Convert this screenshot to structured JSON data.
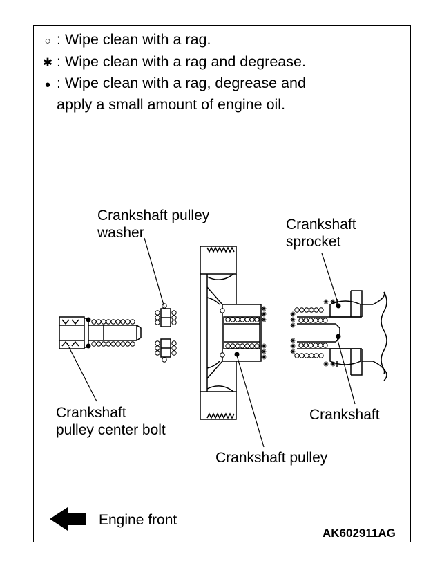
{
  "legend": [
    {
      "symbol": "○",
      "symbol_name": "open-circle-icon",
      "text": ": Wipe clean with a rag."
    },
    {
      "symbol": "✱",
      "symbol_name": "asterisk-icon",
      "text": ": Wipe clean with a rag and degrease."
    },
    {
      "symbol": "●",
      "symbol_name": "filled-circle-icon",
      "text": ": Wipe clean with a rag, degrease and"
    },
    {
      "symbol": "",
      "symbol_name": "",
      "text": "apply a small amount of engine oil."
    }
  ],
  "labels": {
    "washer": [
      "Crankshaft pulley",
      "washer"
    ],
    "sprocket": [
      "Crankshaft",
      "sprocket"
    ],
    "bolt": [
      "Crankshaft",
      "pulley center bolt"
    ],
    "crankshaft": "Crankshaft",
    "pulley": "Crankshaft pulley",
    "engine_front": "Engine front"
  },
  "figure_code": "AK602911AG"
}
